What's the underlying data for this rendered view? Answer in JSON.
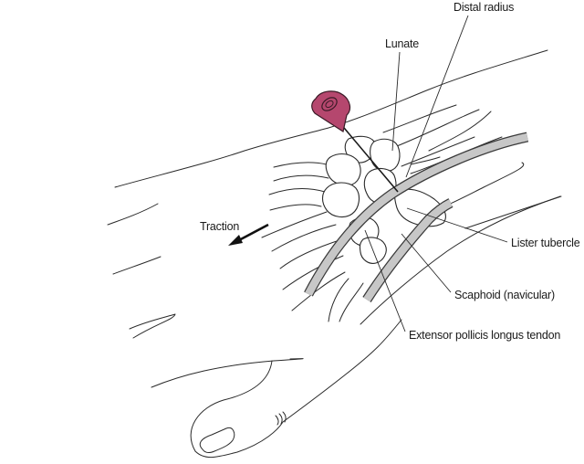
{
  "figure": {
    "type": "anatomical-illustration",
    "subject": "Dorsal wrist arthrocentesis with traction",
    "colors": {
      "line": "#2a2a2a",
      "tendon_fill": "#c7c7c7",
      "needle_hub": "#b5476e",
      "needle_hub_stroke": "#3a1a26",
      "background": "#ffffff"
    }
  },
  "labels": {
    "distal_radius": "Distal radius",
    "lunate": "Lunate",
    "traction": "Traction",
    "lister_tubercle": "Lister tubercle",
    "scaphoid": "Scaphoid (navicular)",
    "epl_tendon": "Extensor pollicis longus tendon"
  },
  "annotations": {
    "traction_arrow_direction": "down-left"
  }
}
